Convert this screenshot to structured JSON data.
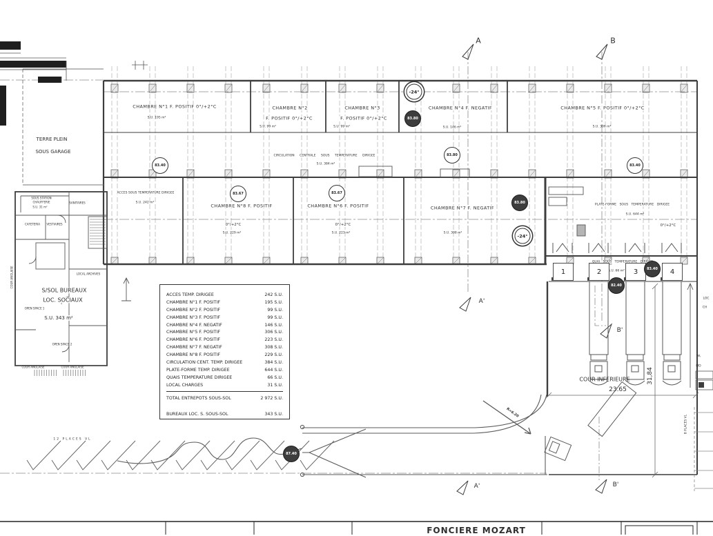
{
  "zones": {
    "terre_plein": {
      "l1": "TERRE PLEIN",
      "l2": "SOUS GARAGE"
    },
    "c1": {
      "name": "CHAMBRE N°1 F. POSITIF 0°/+2°C",
      "su": "S.U. 195 m²"
    },
    "c2": {
      "l1": "CHAMBRE N°2",
      "l2": "F. POSITIF 0°/+2°C",
      "su": "S.U. 99 m²"
    },
    "c3": {
      "l1": "CHAMBRE N°3",
      "l2": "F. POSITIF 0°/+2°C",
      "su": "S.U. 99 m²"
    },
    "c4": {
      "name": "CHAMBRE N°4 F. NEGATIF",
      "su": "S.U. 146 m²"
    },
    "c5": {
      "name": "CHAMBRE N°5 F. POSITIF 0°/+2°C",
      "su": "S.U. 306 m²"
    },
    "c6": {
      "name": "CHAMBRE N°6 F. POSITIF",
      "temp": "0°/+2°C",
      "su": "S.U. 223 m²"
    },
    "c7": {
      "name": "CHAMBRE N°7 F. NEGATIF",
      "su": "S.U. 308 m²"
    },
    "c8": {
      "name": "CHAMBRE N°8 F. POSITIF",
      "temp": "0°/+2°C",
      "su": "S.U. 229 m²"
    },
    "circulation": {
      "name": "CIRCULATION CENTRALE SOUS TEMPERATURE DIRIGEE",
      "su": "S.U. 384 m²"
    },
    "acces": {
      "name": "ACCES SOUS TEMPERATURE DIRIGEE",
      "su": "S.U. 242 m²"
    },
    "plateforme": {
      "name": "PLATE-FORME SOUS TEMPERATURE DIRIGEE",
      "su": "S.U. 644 m²",
      "temp": "0°/+2°C"
    },
    "quai": {
      "name": "QUAI SOUS TEMPERATURE DIRIGEE",
      "su": "S.U. 66 m²"
    }
  },
  "office": {
    "main_l1": "S/SOL BUREAUX",
    "main_l2": "LOC. SOCIAUX",
    "main_su": "S.U. 343 m²",
    "sous_station_l1": "SOUS STATION",
    "sous_station_l2": "CHAUFFERIE",
    "sous_station_su": "S.U. 31 m²",
    "sanitaires": "SANITAIRES",
    "cafeteria": "CAFETERIA",
    "vestiaires": "VESTIAIRES",
    "archives": "LOCAL ARCHIVES",
    "open1": "OPEN SPACE 1",
    "open2": "OPEN SPACE 2",
    "cour_a": "COUR ANGLAISE",
    "cour_b": "COUR ANGLAISE",
    "cour_left": "COUR ANGLAISE"
  },
  "legend": {
    "rows": [
      {
        "label": "ACCES TEMP. DIRIGEE",
        "value": "242 S.U."
      },
      {
        "label": "CHAMBRE N°1 F. POSITIF",
        "value": "195 S.U."
      },
      {
        "label": "CHAMBRE N°2 F. POSITIF",
        "value": "99 S.U."
      },
      {
        "label": "CHAMBRE N°3 F. POSITIF",
        "value": "99 S.U."
      },
      {
        "label": "CHAMBRE N°4 F. NEGATIF",
        "value": "146 S.U."
      },
      {
        "label": "CHAMBRE N°5 F. POSITIF",
        "value": "306 S.U."
      },
      {
        "label": "CHAMBRE N°6 F. POSITIF",
        "value": "223 S.U."
      },
      {
        "label": "CHAMBRE N°7 F. NEGATIF",
        "value": "308 S.U."
      },
      {
        "label": "CHAMBRE N°8 F. POSITIF",
        "value": "229 S.U."
      },
      {
        "label": "CIRCULATION CENT. TEMP. DIRIGEE",
        "value": "384 S.U."
      },
      {
        "label": "PLATE-FORME TEMP. DIRIGEE",
        "value": "644 S.U."
      },
      {
        "label": "QUAIS TEMPERATURE DIRIGEE",
        "value": "66 S.U."
      },
      {
        "label": "LOCAL CHARGES",
        "value": "31 S.U."
      }
    ],
    "total": {
      "label": "TOTAL ENTREPOTS SOUS-SOL",
      "value": "2 972 S.U."
    },
    "bureaux": {
      "label": "BUREAUX LOC. S. SOUS-SOL",
      "value": "343 S.U."
    }
  },
  "levels": [
    "83.40",
    "83.67",
    "83.67",
    "83.80",
    "83.80",
    "83.80",
    "83.40",
    "83.40",
    "82.40",
    "87.40"
  ],
  "temps": [
    "-24°",
    "-24°"
  ],
  "docks": [
    "1",
    "2",
    "3",
    "4"
  ],
  "markers": {
    "a": "A",
    "b": "B",
    "a_mid": "A'",
    "b_mid": "B'",
    "a_bot": "A'",
    "b_bot": "B'"
  },
  "dims": {
    "cour": "COUR INFERIEURE",
    "cour_w": "23.65",
    "cour_h": "31,84",
    "ramp_r": "R=6.20",
    "p12": "12 PLACES VL",
    "p8": "8 PLACES VL"
  },
  "edge": {
    "l1": "LOC",
    "l2": "CH",
    "l3": "PA",
    "l4": "MO"
  },
  "title_block": {
    "name": "FONCIERE MOZART"
  }
}
